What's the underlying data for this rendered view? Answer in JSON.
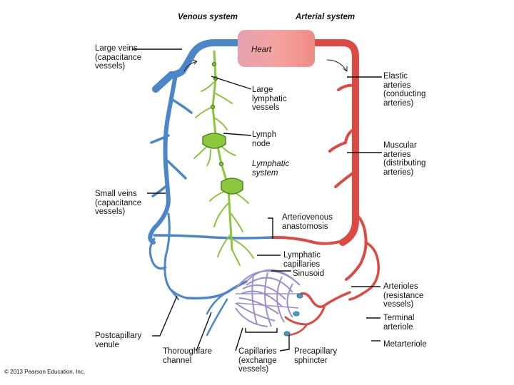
{
  "headers": {
    "venous": "Venous system",
    "arterial": "Arterial system"
  },
  "heart": "Heart",
  "labels": {
    "large_veins": "Large veins\n(capacitance\nvessels)",
    "large_lymphatic": "Large\nlymphatic\nvessels",
    "lymph_node": "Lymph\nnode",
    "lymphatic_system": "Lymphatic\nsystem",
    "elastic_arteries": "Elastic\narteries\n(conducting\narteries)",
    "muscular_arteries": "Muscular\narteries\n(distributing\narteries)",
    "small_veins": "Small veins\n(capacitance\nvessels)",
    "av_anastomosis": "Arteriovenous\nanastomosis",
    "lymphatic_capillaries": "Lymphatic\ncapillaries",
    "sinusoid": "Sinusoid",
    "arterioles": "Arterioles\n(resistance\nvessels)",
    "terminal_arteriole": "Terminal\narteriole",
    "metarteriole": "Metarteriole",
    "postcapillary_venule": "Postcapillary\nvenule",
    "thoroughfare_channel": "Thoroughfare\nchannel",
    "capillaries": "Capillaries\n(exchange\nvessels)",
    "precapillary_sphincter": "Precapillary\nsphincter"
  },
  "copyright": "© 2013 Pearson Education, Inc.",
  "colors": {
    "vein": "#4a86c8",
    "artery": "#dd4a44",
    "heart": "#f08b8b",
    "lymph": "#8cc63f",
    "capillary": "#9a8fd0",
    "leader": "#111111"
  }
}
